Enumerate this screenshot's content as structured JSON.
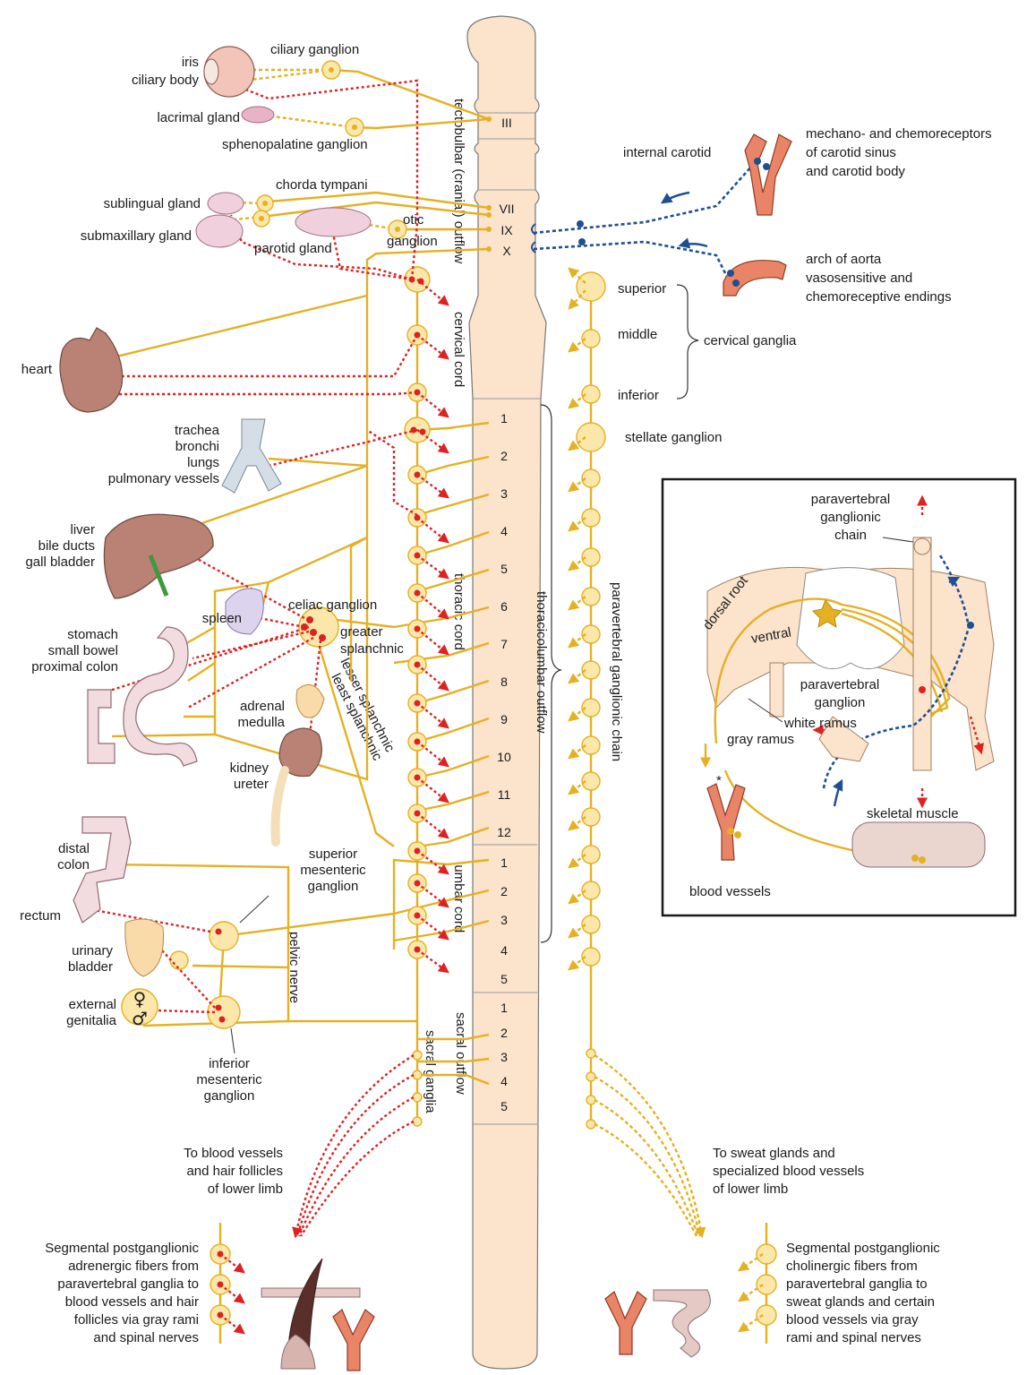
{
  "cord": {
    "cranial_nerves": [
      "III",
      "VII",
      "IX",
      "X"
    ],
    "thoracic": [
      "1",
      "2",
      "3",
      "4",
      "5",
      "6",
      "7",
      "8",
      "9",
      "10",
      "11",
      "12"
    ],
    "lumbar": [
      "1",
      "2",
      "3",
      "4",
      "5"
    ],
    "sacral": [
      "1",
      "2",
      "3",
      "4",
      "5"
    ]
  },
  "cord_labels": {
    "tectobulbar": "tectobulbar (cranial) outflow",
    "cervical_cord": "cervical cord",
    "thoracic_cord": "thoracic cord",
    "lumbar_cord": "lumbar cord",
    "sacral_outflow": "sacral outflow",
    "sacral_ganglia": "sacral ganglia",
    "thoracicolumbar": "thoracicolumbar outflow",
    "paravertebral_chain": "paravertebral ganglionic chain",
    "pelvic_nerve": "pelvic nerve",
    "lesser_splanchnic": "lesser splanchnic",
    "least_splanchnic": "least splanchnic"
  },
  "labels": {
    "iris": "iris",
    "ciliary_body": "ciliary body",
    "ciliary_ganglion": "ciliary ganglion",
    "lacrimal_gland": "lacrimal gland",
    "sphenopalatine": "sphenopalatine ganglion",
    "chorda_tympani": "chorda tympani",
    "sublingual": "sublingual gland",
    "submaxillary": "submaxillary gland",
    "parotid": "parotid gland",
    "otic": "otic",
    "ganglion": "ganglion",
    "heart": "heart",
    "trachea": "trachea",
    "bronchi": "bronchi",
    "lungs": "lungs",
    "pulmonary": "pulmonary vessels",
    "liver": "liver",
    "bile_ducts": "bile ducts",
    "gall_bladder": "gall bladder",
    "spleen": "spleen",
    "celiac": "celiac ganglion",
    "greater": "greater",
    "splanchnic": "splanchnic",
    "stomach": "stomach",
    "small_bowel": "small bowel",
    "proximal_colon": "proximal colon",
    "adrenal": "adrenal",
    "medulla": "medulla",
    "kidney": "kidney",
    "ureter": "ureter",
    "distal": "distal",
    "colon": "colon",
    "rectum": "rectum",
    "urinary": "urinary",
    "bladder": "bladder",
    "external": "external",
    "genitalia": "genitalia",
    "superior_mes_1": "superior",
    "superior_mes_2": "mesenteric",
    "superior_mes_3": "ganglion",
    "inferior_mes_1": "inferior",
    "inferior_mes_2": "mesenteric",
    "inferior_mes_3": "ganglion",
    "internal_carotid": "internal carotid",
    "mechano_1": "mechano- and chemoreceptors",
    "mechano_2": "of carotid sinus",
    "mechano_3": "and carotid body",
    "aorta_1": "arch of aorta",
    "aorta_2": "vasosensitive and",
    "aorta_3": "chemoreceptive endings",
    "superior": "superior",
    "middle": "middle",
    "inferior": "inferior",
    "cervical_ganglia": "cervical ganglia",
    "stellate": "stellate ganglion",
    "female_symbol": "♀",
    "male_symbol": "♂"
  },
  "inset": {
    "paravertebral_1": "paravertebral",
    "paravertebral_2": "ganglionic",
    "paravertebral_3": "chain",
    "dorsal_root": "dorsal root",
    "ventral": "ventral",
    "pv_ganglion_1": "paravertebral",
    "pv_ganglion_2": "ganglion",
    "white_ramus": "white ramus",
    "gray_ramus": "gray ramus",
    "asterisk": "*",
    "skeletal_muscle": "skeletal muscle",
    "blood_vessels": "blood vessels"
  },
  "bottom": {
    "left_head_1": "To blood vessels",
    "left_head_2": "and hair follicles",
    "left_head_3": "of lower limb",
    "right_head_1": "To sweat glands and",
    "right_head_2": "specialized blood vessels",
    "right_head_3": "of lower limb",
    "left_desc_1": "Segmental postganglionic",
    "left_desc_2": "adrenergic fibers from",
    "left_desc_3": "paravertebral ganglia to",
    "left_desc_4": "blood vessels and hair",
    "left_desc_5": "follicles via gray rami",
    "left_desc_6": "and spinal nerves",
    "right_desc_1": "Segmental postganglionic",
    "right_desc_2": "cholinergic fibers from",
    "right_desc_3": "paravertebral ganglia to",
    "right_desc_4": "sweat glands and certain",
    "right_desc_5": "blood vessels via gray",
    "right_desc_6": "rami and spinal nerves"
  },
  "colors": {
    "parasympathetic": "#e5b022",
    "sympathetic_post": "#dd2222",
    "afferent": "#1e4f93",
    "cord_fill": "#fbe3cc"
  }
}
